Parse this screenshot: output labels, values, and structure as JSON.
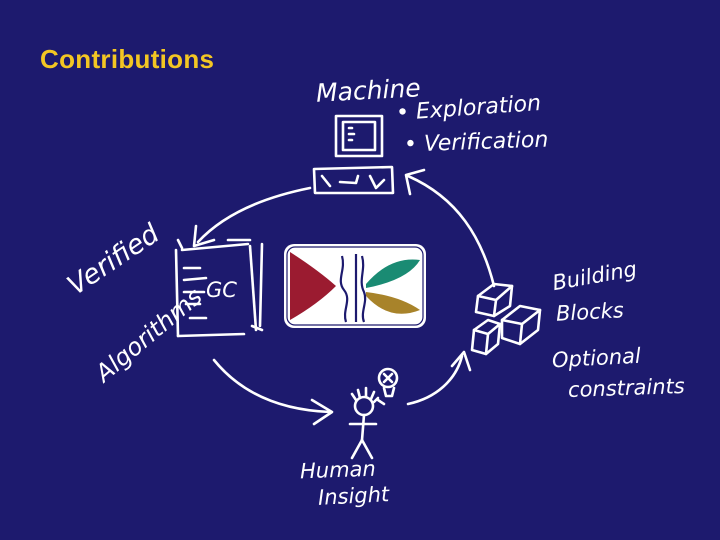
{
  "slide": {
    "title": "Contributions",
    "title_color": "#f3c623",
    "background": "#1d1a6e"
  },
  "machine": {
    "label": "Machine",
    "bullets": [
      "• Exploration",
      "• Verification"
    ]
  },
  "building_blocks": {
    "line1": "Building",
    "line2": "Blocks",
    "optional_line1": "Optional",
    "optional_line2": "constraints"
  },
  "human": {
    "line1": "Human",
    "line2": "Insight"
  },
  "verified": {
    "line1": "Verified",
    "line2": "Algorithms",
    "code_label": "GC"
  },
  "logo": {
    "colors": {
      "left": "#9b1b30",
      "top_right": "#1a8b73",
      "bottom_right": "#a8832a"
    }
  }
}
